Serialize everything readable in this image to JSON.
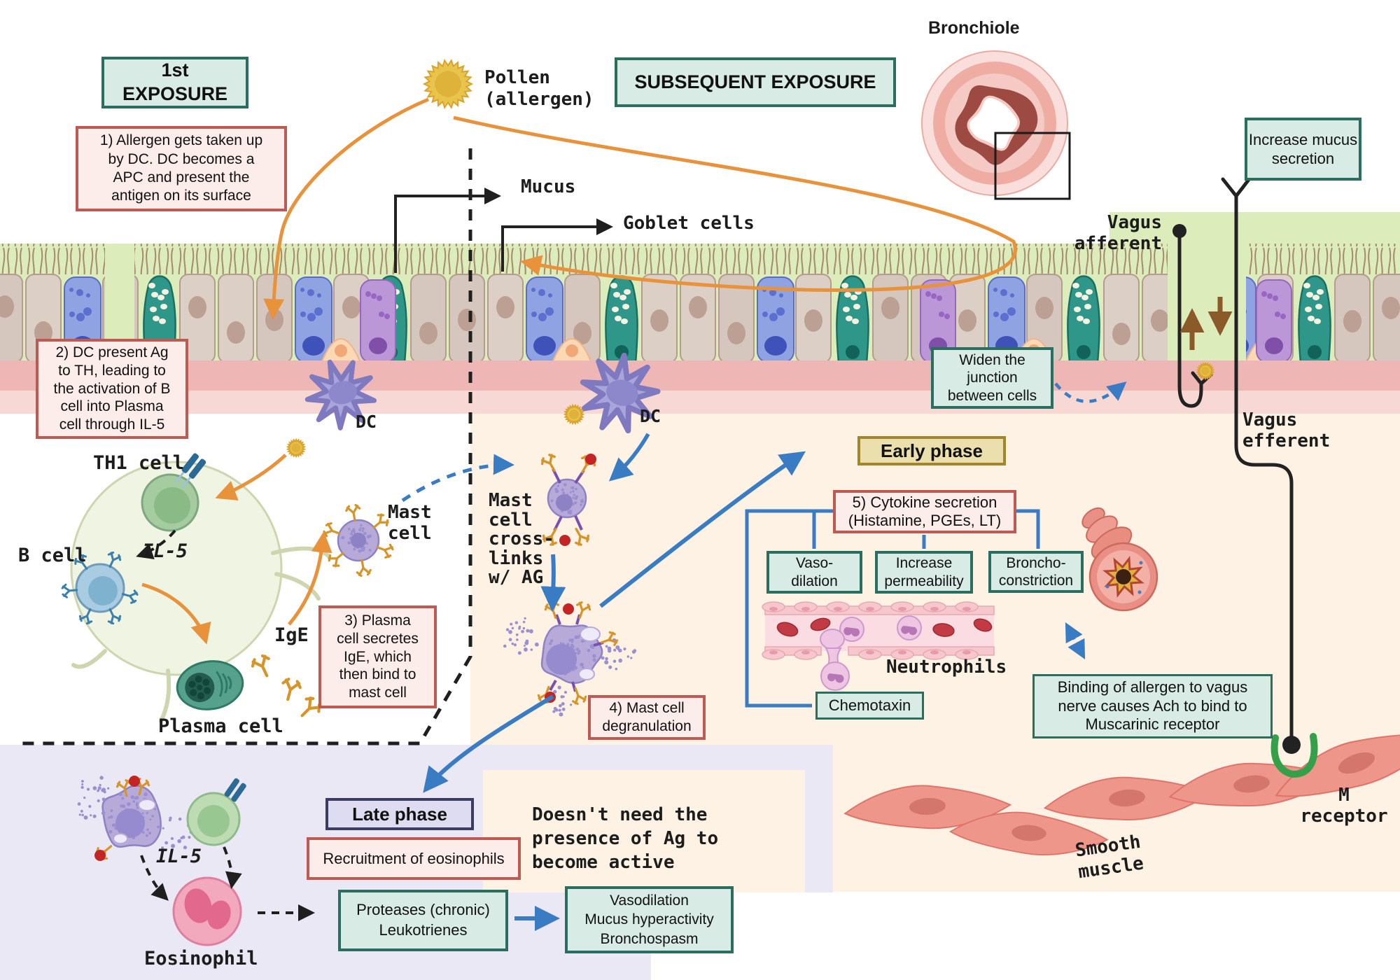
{
  "headings": {
    "first_exposure": "1st\nEXPOSURE",
    "subsequent_exposure": "SUBSEQUENT EXPOSURE",
    "bronchiole": "Bronchiole",
    "early_phase": "Early phase",
    "late_phase": "Late phase"
  },
  "steps": {
    "s1": "1) Allergen gets taken up\nby DC. DC becomes a\nAPC and present the\nantigen on its surface",
    "s2": "2) DC present Ag\nto TH, leading to\nthe activation of B\ncell into Plasma\ncell through IL-5",
    "s3": "3) Plasma\ncell secretes\nIgE, which\nthen bind to\nmast cell",
    "s4": "4) Mast cell\ndegranulation",
    "s5": "5) Cytokine secretion\n(Histamine, PGEs, LT)"
  },
  "boxes": {
    "increase_mucus": "Increase mucus\nsecretion",
    "widen_junction": "Widen the\njunction\nbetween cells",
    "vasodilation": "Vaso-\ndilation",
    "permeability": "Increase\npermeability",
    "bronchoconstriction": "Broncho-\nconstriction",
    "chemotaxin": "Chemotaxin",
    "binding": "Binding of allergen to vagus\nnerve causes Ach to bind to\nMuscarinic receptor",
    "recruitment": "Recruitment of eosinophils",
    "proteases": "Proteases (chronic)\nLeukotrienes",
    "outcome": "Vasodilation\nMucus hyperactivity\nBronchospasm"
  },
  "labels": {
    "pollen": "Pollen\n(allergen)",
    "mucus": "Mucus",
    "goblet": "Goblet cells",
    "dc": "DC",
    "th1": "TH1 cell",
    "b_cell": "B cell",
    "il5": "IL-5",
    "mast": "Mast\ncell",
    "plasma": "Plasma cell",
    "ige": "IgE",
    "crosslinks": "Mast\ncell\ncross-\nlinks\nw/ AG",
    "neutrophils": "Neutrophils",
    "vagus_afferent": "Vagus\nafferent",
    "vagus_efferent": "Vagus\nefferent",
    "m_receptor": "M\nreceptor",
    "smooth_muscle": "Smooth\nmuscle",
    "eosinophil": "Eosinophil",
    "il5_late": "IL-5",
    "no_ag_note": "Doesn't need the\npresence of Ag to\nbecome active"
  },
  "colors": {
    "teal_fill": "#d8ebe5",
    "teal_border": "#2a6e60",
    "pink_fill": "#fcecea",
    "pink_border": "#bf5a53",
    "khaki_fill": "#ecdfae",
    "khaki_border": "#a3862c",
    "late_fill": "#dddcf1",
    "late_border": "#3c3c60",
    "blue_arrow": "#3a7cc4",
    "orange_arrow": "#e8933c",
    "lavender_bg": "#e9e8f4",
    "cream_bg": "#fdf2e4",
    "lumen_green": "#dcecbb"
  },
  "icons": {
    "pollen-icon": "spiky yellow grain",
    "dendritic-cell-icon": "purple star cell",
    "mast-cell-icon": "purple granular cell",
    "eosinophil-icon": "pink bilobed cell",
    "plasma-cell-icon": "teal cell with wheel nucleus",
    "neutrophil-icon": "pink lobed cell",
    "bronchiole-icon": "airway cross-section",
    "m-receptor-icon": "green cup",
    "vagus-nerve-icon": "black nerve line"
  }
}
